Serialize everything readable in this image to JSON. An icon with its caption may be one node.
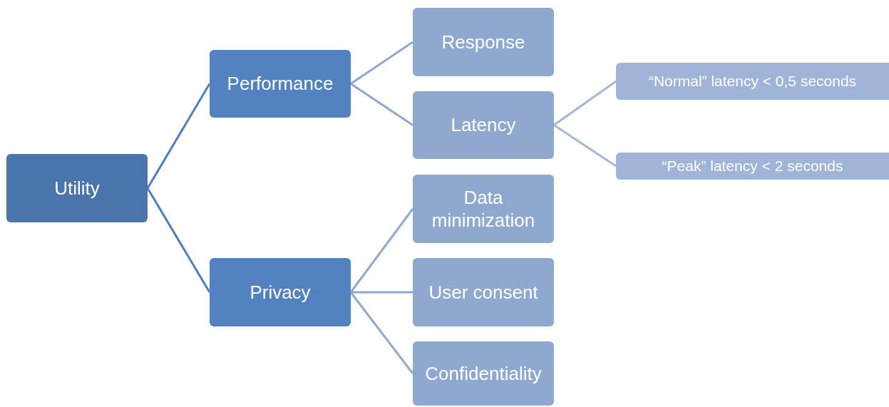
{
  "diagram": {
    "nodes": [
      {
        "text": [
          "Utility"
        ]
      },
      {
        "text": [
          "Performance"
        ]
      },
      {
        "text": [
          "Privacy"
        ]
      },
      {
        "text": [
          "Response"
        ]
      },
      {
        "text": [
          "Latency"
        ]
      },
      {
        "text": [
          "“Normal” latency < 0,5 seconds"
        ]
      },
      {
        "text": [
          "“Peak” latency < 2 seconds"
        ]
      },
      {
        "text": [
          "Data minimization"
        ]
      },
      {
        "text": [
          "User consent"
        ]
      },
      {
        "text": [
          "Confidentiality"
        ]
      }
    ],
    "edges": [
      {
        "from": 0,
        "to": 1,
        "arrow": "none",
        "color": "#4f7ec0"
      },
      {
        "from": 0,
        "to": 2,
        "arrow": "none",
        "color": "#4f7ec0"
      },
      {
        "from": 1,
        "to": 3,
        "arrow": "none"
      },
      {
        "from": 1,
        "to": 4,
        "arrow": "none"
      },
      {
        "from": 4,
        "to": 5,
        "arrow": "none",
        "color": "#a3b8d8"
      },
      {
        "from": 4,
        "to": 6,
        "arrow": "none",
        "color": "#a3b8d8"
      },
      {
        "from": 2,
        "to": 7,
        "arrow": "none"
      },
      {
        "from": 2,
        "to": 8,
        "arrow": "none"
      },
      {
        "from": 2,
        "to": 9,
        "arrow": "none"
      }
    ]
  }
}
